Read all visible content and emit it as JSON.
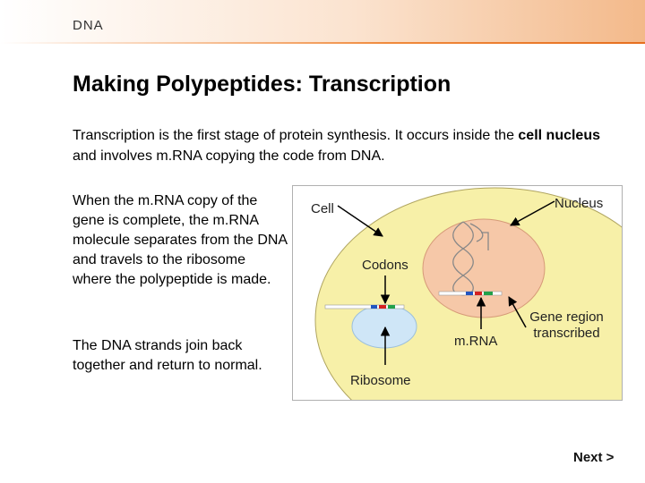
{
  "header": {
    "section": "DNA"
  },
  "slide": {
    "title": "Making Polypeptides: Transcription",
    "intro": {
      "part1": "Transcription is the first stage of protein synthesis. It occurs inside the ",
      "bold1": "cell nucleus",
      "part2": " and involves m.RNA copying the code from DNA."
    },
    "para1": "When the m.RNA copy of the gene is complete, the m.RNA molecule separates from the DNA and travels to the ribosome where the polypeptide is made.",
    "para2": "The DNA strands join back together and return to normal."
  },
  "diagram": {
    "labels": {
      "cell": "Cell",
      "nucleus": "Nucleus",
      "codons": "Codons",
      "mrna": "m.RNA",
      "gene_region": "Gene region transcribed",
      "ribosome": "Ribosome"
    },
    "colors": {
      "cytoplasm": "#f7f0a8",
      "nucleus": "#f6c8a8",
      "ribosome": "#cfe6f7",
      "codon_blue": "#2255c0",
      "codon_red": "#d42020",
      "codon_green": "#22a04a"
    }
  },
  "nav": {
    "next_label": "Next >"
  }
}
